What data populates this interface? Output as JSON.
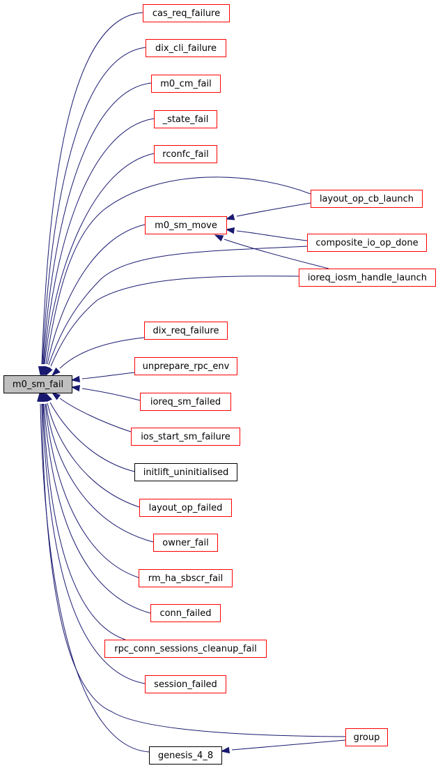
{
  "graph": {
    "root": "m0_sm_fail",
    "nodes": [
      {
        "id": "m0_sm_fail",
        "label": "m0_sm_fail",
        "style": "root"
      },
      {
        "id": "cas_req_failure",
        "label": "cas_req_failure",
        "style": "red"
      },
      {
        "id": "dix_cli_failure",
        "label": "dix_cli_failure",
        "style": "red"
      },
      {
        "id": "m0_cm_fail",
        "label": "m0_cm_fail",
        "style": "red"
      },
      {
        "id": "_state_fail",
        "label": "_state_fail",
        "style": "red"
      },
      {
        "id": "rconfc_fail",
        "label": "rconfc_fail",
        "style": "red"
      },
      {
        "id": "m0_sm_move",
        "label": "m0_sm_move",
        "style": "red"
      },
      {
        "id": "layout_op_cb_launch",
        "label": "layout_op_cb_launch",
        "style": "red"
      },
      {
        "id": "composite_io_op_done",
        "label": "composite_io_op_done",
        "style": "red"
      },
      {
        "id": "ioreq_iosm_handle_launch",
        "label": "ioreq_iosm_handle_launch",
        "style": "red"
      },
      {
        "id": "dix_req_failure",
        "label": "dix_req_failure",
        "style": "red"
      },
      {
        "id": "unprepare_rpc_env",
        "label": "unprepare_rpc_env",
        "style": "red"
      },
      {
        "id": "ioreq_sm_failed",
        "label": "ioreq_sm_failed",
        "style": "red"
      },
      {
        "id": "ios_start_sm_failure",
        "label": "ios_start_sm_failure",
        "style": "red"
      },
      {
        "id": "initlift_uninitialised",
        "label": "initlift_uninitialised",
        "style": "black"
      },
      {
        "id": "layout_op_failed",
        "label": "layout_op_failed",
        "style": "red"
      },
      {
        "id": "owner_fail",
        "label": "owner_fail",
        "style": "red"
      },
      {
        "id": "rm_ha_sbscr_fail",
        "label": "rm_ha_sbscr_fail",
        "style": "red"
      },
      {
        "id": "conn_failed",
        "label": "conn_failed",
        "style": "red"
      },
      {
        "id": "rpc_conn_sessions_cleanup_fail",
        "label": "rpc_conn_sessions_cleanup_fail",
        "style": "red"
      },
      {
        "id": "session_failed",
        "label": "session_failed",
        "style": "red"
      },
      {
        "id": "genesis_4_8",
        "label": "genesis_4_8",
        "style": "black"
      },
      {
        "id": "group",
        "label": "group",
        "style": "red"
      }
    ],
    "edges": [
      {
        "from": "cas_req_failure",
        "to": "m0_sm_fail"
      },
      {
        "from": "dix_cli_failure",
        "to": "m0_sm_fail"
      },
      {
        "from": "m0_cm_fail",
        "to": "m0_sm_fail"
      },
      {
        "from": "_state_fail",
        "to": "m0_sm_fail"
      },
      {
        "from": "rconfc_fail",
        "to": "m0_sm_fail"
      },
      {
        "from": "layout_op_cb_launch",
        "to": "m0_sm_fail"
      },
      {
        "from": "m0_sm_move",
        "to": "m0_sm_fail"
      },
      {
        "from": "composite_io_op_done",
        "to": "m0_sm_fail"
      },
      {
        "from": "ioreq_iosm_handle_launch",
        "to": "m0_sm_fail"
      },
      {
        "from": "dix_req_failure",
        "to": "m0_sm_fail"
      },
      {
        "from": "unprepare_rpc_env",
        "to": "m0_sm_fail"
      },
      {
        "from": "ioreq_sm_failed",
        "to": "m0_sm_fail"
      },
      {
        "from": "ios_start_sm_failure",
        "to": "m0_sm_fail"
      },
      {
        "from": "initlift_uninitialised",
        "to": "m0_sm_fail"
      },
      {
        "from": "layout_op_failed",
        "to": "m0_sm_fail"
      },
      {
        "from": "owner_fail",
        "to": "m0_sm_fail"
      },
      {
        "from": "rm_ha_sbscr_fail",
        "to": "m0_sm_fail"
      },
      {
        "from": "conn_failed",
        "to": "m0_sm_fail"
      },
      {
        "from": "rpc_conn_sessions_cleanup_fail",
        "to": "m0_sm_fail"
      },
      {
        "from": "session_failed",
        "to": "m0_sm_fail"
      },
      {
        "from": "group",
        "to": "m0_sm_fail"
      },
      {
        "from": "genesis_4_8",
        "to": "m0_sm_fail"
      },
      {
        "from": "layout_op_cb_launch",
        "to": "m0_sm_move"
      },
      {
        "from": "composite_io_op_done",
        "to": "m0_sm_move"
      },
      {
        "from": "ioreq_iosm_handle_launch",
        "to": "m0_sm_move"
      },
      {
        "from": "group",
        "to": "genesis_4_8"
      }
    ]
  }
}
